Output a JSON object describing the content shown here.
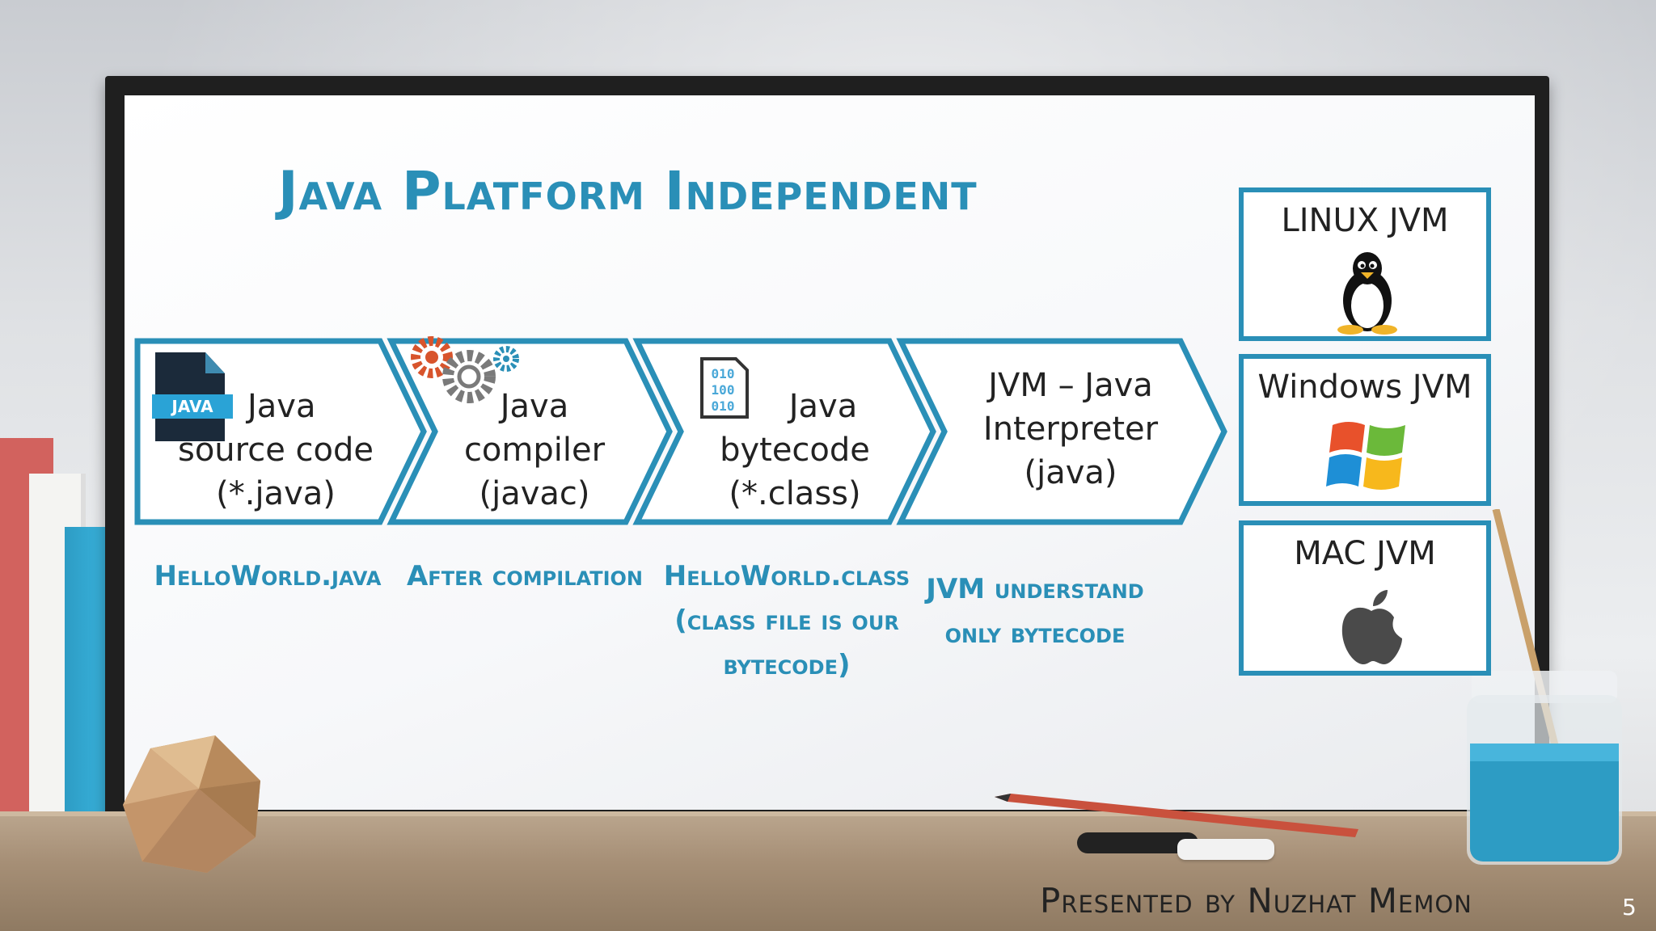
{
  "slide": {
    "title": "Java Platform Independent",
    "footer": "Presented by Nuzhat Memon",
    "page_number": "5"
  },
  "flow": {
    "steps": [
      {
        "lines": [
          "Java",
          "source code",
          "(*.java)"
        ],
        "icon": "java-file-icon",
        "icon_text": "JAVA"
      },
      {
        "lines": [
          "Java",
          "compiler",
          "(javac)"
        ],
        "icon": "gears-icon"
      },
      {
        "lines": [
          "Java",
          "bytecode",
          "(*.class)"
        ],
        "icon": "binary-file-icon",
        "icon_text": [
          "010",
          "100",
          "010"
        ]
      },
      {
        "lines": [
          "JVM – Java",
          "Interpreter",
          "(java)"
        ]
      }
    ],
    "captions": [
      {
        "lines": [
          "HelloWorld.java"
        ]
      },
      {
        "lines": [
          "After compilation"
        ]
      },
      {
        "lines": [
          "HelloWorld.class",
          "(class file is our",
          "bytecode)"
        ]
      },
      {
        "lines": [
          "JVM understand",
          "only bytecode"
        ]
      }
    ]
  },
  "jvms": [
    {
      "label": "LINUX JVM",
      "icon": "linux-penguin-icon"
    },
    {
      "label": "Windows JVM",
      "icon": "windows-logo-icon"
    },
    {
      "label": "MAC JVM",
      "icon": "apple-logo-icon"
    }
  ],
  "colors": {
    "accent": "#2a8fb7",
    "text": "#222222"
  }
}
